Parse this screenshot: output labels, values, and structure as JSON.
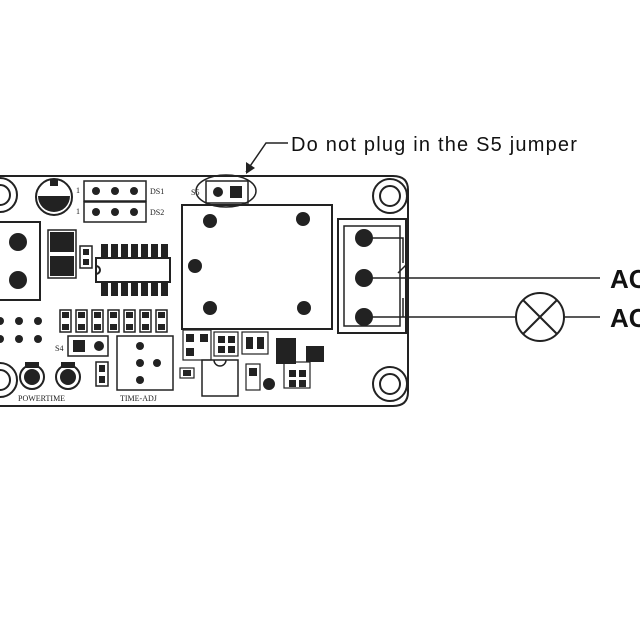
{
  "annotation": "Do not plug in the S5 jumper",
  "board": {
    "ds1": "DS1",
    "ds2": "DS2",
    "pin1_top": "1",
    "pin1_bottom": "1",
    "s5": "S5",
    "s4": "S4",
    "powertime": "POWERTIME",
    "time_adj": "TIME-ADJ"
  },
  "ac_top": "AC",
  "ac_bottom": "AC"
}
